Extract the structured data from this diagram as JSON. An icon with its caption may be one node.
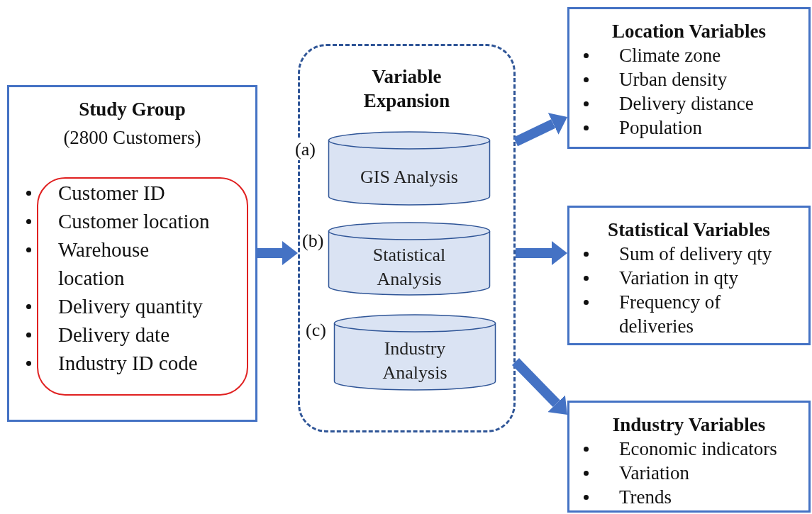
{
  "diagram": {
    "nodes": [
      {
        "text": [
          "Study Group",
          "(2800 Customers)"
        ]
      },
      {
        "text": [
          "Customer ID",
          "Customer location",
          "Warehouse location",
          "Delivery quantity",
          "Delivery date",
          "Industry ID code"
        ],
        "in": 0
      },
      {
        "text": [
          "Variable Expansion"
        ]
      },
      {
        "text": [
          "GIS Analysis"
        ],
        "beside": [
          "(a)"
        ],
        "in": 2
      },
      {
        "text": [
          "Statistical Analysis"
        ],
        "beside": [
          "(b)"
        ],
        "in": 2
      },
      {
        "text": [
          "Industry Analysis"
        ],
        "beside": [
          "(c)"
        ],
        "in": 2
      },
      {
        "text": [
          "Location Variables",
          "Climate zone",
          "Urban density",
          "Delivery distance",
          "Population"
        ]
      },
      {
        "text": [
          "Statistical Variables",
          "Sum of delivery qty",
          "Variation in qty",
          "Frequency of deliveries"
        ]
      },
      {
        "text": [
          "Industry Variables",
          "Economic indicators",
          "Variation",
          "Trends"
        ]
      }
    ],
    "edges": [
      {
        "from": 0,
        "to": 2,
        "arrow": "to"
      },
      {
        "from": 2,
        "to": 6,
        "arrow": "to"
      },
      {
        "from": 2,
        "to": 7,
        "arrow": "to"
      },
      {
        "from": 2,
        "to": 8,
        "arrow": "to"
      }
    ]
  }
}
